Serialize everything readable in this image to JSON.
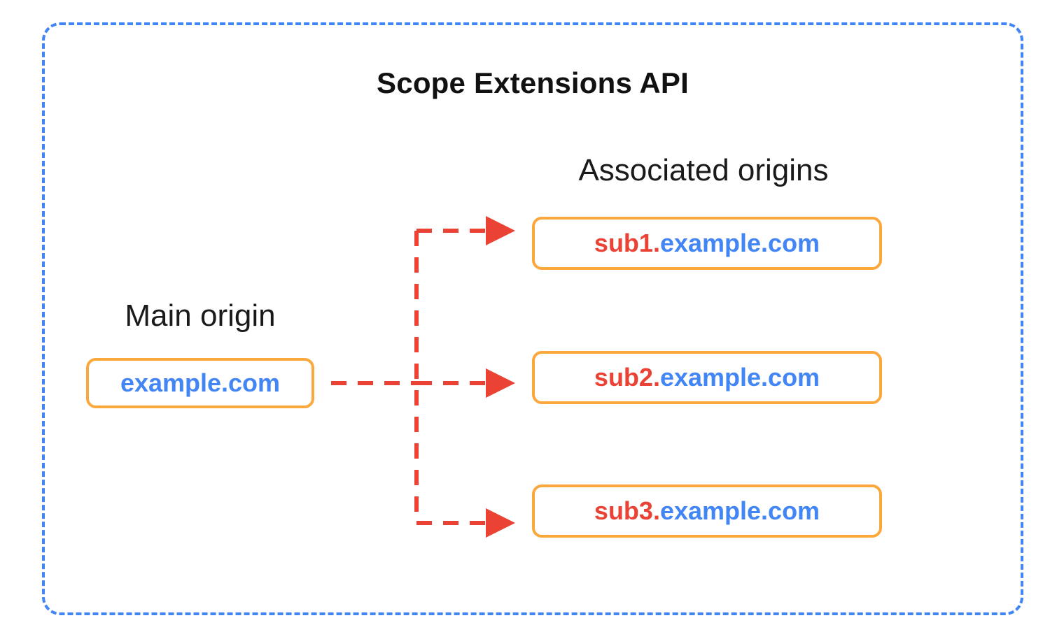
{
  "diagram": {
    "title": "Scope Extensions API",
    "frame_color": "#4285F4",
    "box_border_color": "#FAA83C",
    "arrow_color": "#EA4335",
    "subdomain_color": "#EA4335",
    "domain_color": "#4285F4"
  },
  "main_origin": {
    "label": "Main origin",
    "domain": "example.com"
  },
  "associated_origins": {
    "label": "Associated origins",
    "items": [
      {
        "sub": "sub1.",
        "domain": "example.com"
      },
      {
        "sub": "sub2.",
        "domain": "example.com"
      },
      {
        "sub": "sub3.",
        "domain": "example.com"
      }
    ]
  }
}
